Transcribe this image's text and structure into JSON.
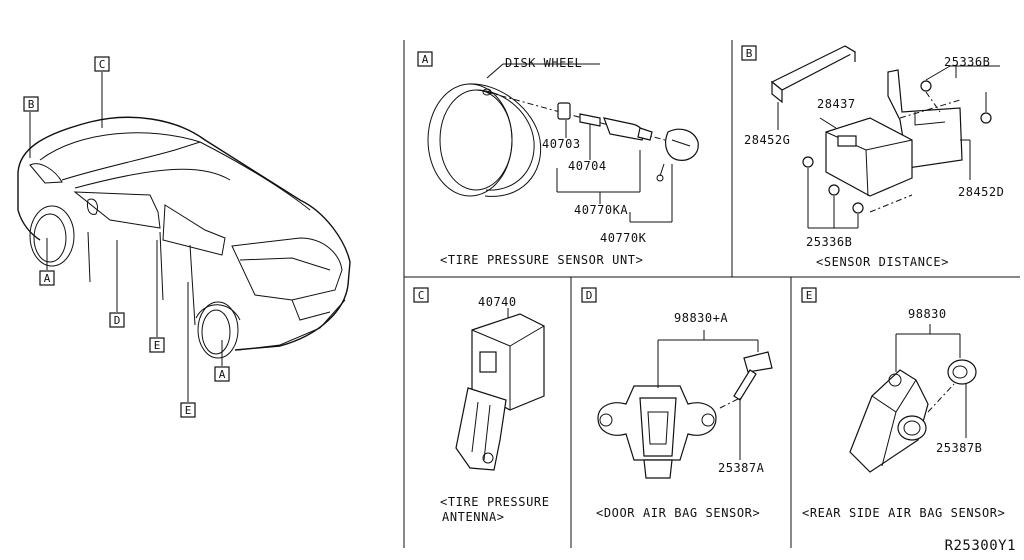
{
  "diagram_id": "R25300Y1",
  "panel_tags": {
    "a": "A",
    "b": "B",
    "c": "C",
    "d": "D",
    "e": "E"
  },
  "car_tags": {
    "a_front": "A",
    "b": "B",
    "c": "C",
    "a_rear": "A",
    "d": "D",
    "e_1": "E",
    "e_2": "E"
  },
  "panel_a": {
    "disk_wheel": "DISK WHEEL",
    "p40703": "40703",
    "p40704": "40704",
    "p40770ka": "40770KA",
    "p40770k": "40770K",
    "caption": "<TIRE PRESSURE SENSOR UNT>"
  },
  "panel_b": {
    "p25336b_top": "25336B",
    "p28437": "28437",
    "p28452g": "28452G",
    "p28452d": "28452D",
    "p25336b_bottom": "25336B",
    "caption": "<SENSOR DISTANCE>"
  },
  "panel_c": {
    "p40740": "40740",
    "caption_line1": "<TIRE PRESSURE",
    "caption_line2": "ANTENNA>"
  },
  "panel_d": {
    "p98830a": "98830+A",
    "p25387a": "25387A",
    "caption": "<DOOR AIR BAG SENSOR>"
  },
  "panel_e": {
    "p98830": "98830",
    "p25387b": "25387B",
    "caption": "<REAR SIDE AIR BAG SENSOR>"
  }
}
